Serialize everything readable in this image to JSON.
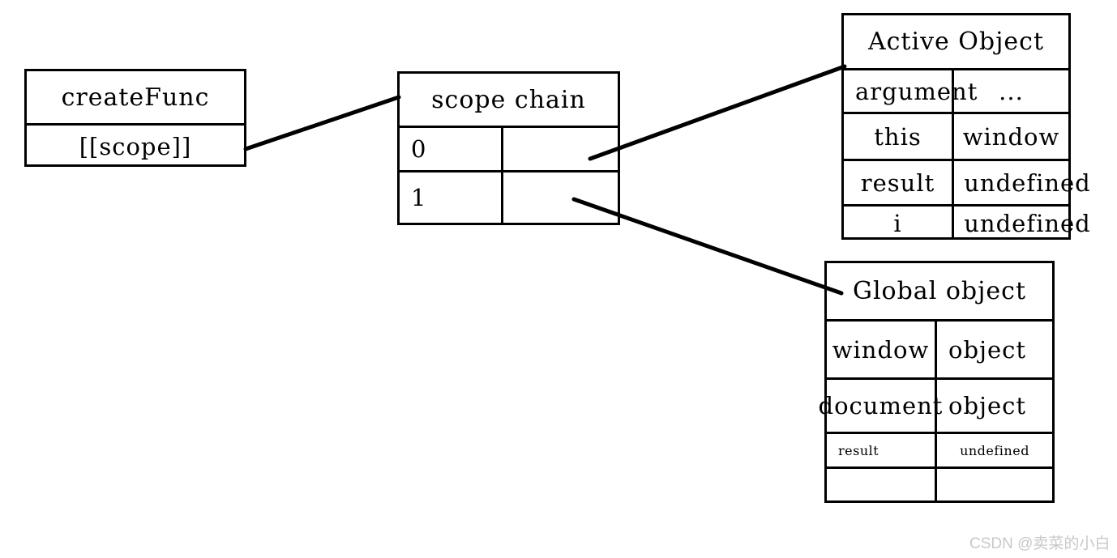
{
  "diagram": {
    "title": "JavaScript scope chain diagram",
    "stroke_color": "#000000",
    "background_color": "#ffffff"
  },
  "function_box": {
    "name": "function-box",
    "header": "createFunc",
    "property": "[[scope]]"
  },
  "scope_chain_box": {
    "name": "scope-chain-box",
    "header": "scope chain",
    "rows": [
      {
        "index": "0",
        "value": ""
      },
      {
        "index": "1",
        "value": ""
      }
    ]
  },
  "active_object_box": {
    "name": "active-object-box",
    "header": "Active Object",
    "rows": [
      {
        "key": "argument",
        "value": "..."
      },
      {
        "key": "this",
        "value": "window"
      },
      {
        "key": "result",
        "value": "undefined"
      },
      {
        "key": "i",
        "value": "undefined"
      }
    ]
  },
  "global_object_box": {
    "name": "global-object-box",
    "header": "Global object",
    "rows": [
      {
        "key": "window",
        "value": "object"
      },
      {
        "key": "document",
        "value": "object"
      },
      {
        "key": "result",
        "value": "undefined"
      },
      {
        "key": "",
        "value": ""
      }
    ]
  },
  "connectors": [
    {
      "name": "scope-to-chain",
      "from": "function-box.scope",
      "to": "scope-chain-box"
    },
    {
      "name": "chain0-to-active-object",
      "from": "scope-chain-box.row0",
      "to": "active-object-box"
    },
    {
      "name": "chain1-to-global-object",
      "from": "scope-chain-box.row1",
      "to": "global-object-box"
    }
  ],
  "watermark": {
    "text": "CSDN @卖菜的小白",
    "color": "#c8c8c8"
  }
}
